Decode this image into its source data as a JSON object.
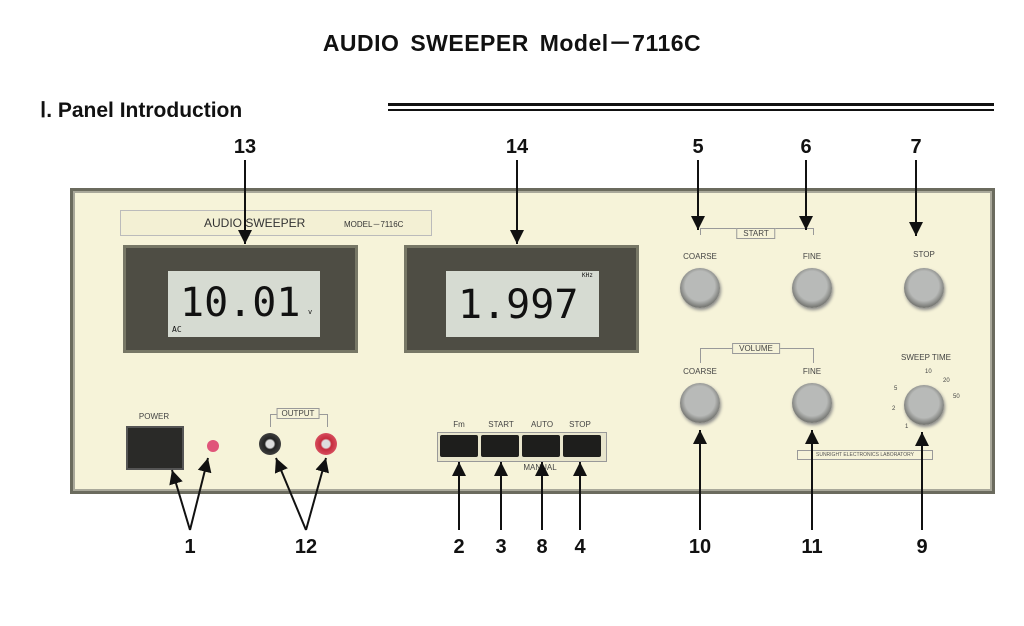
{
  "title": "AUDIO SWEEPER    Model－7116C",
  "section": "Ⅰ. Panel  Introduction",
  "callouts_top": [
    "13",
    "14",
    "5",
    "6",
    "7"
  ],
  "callouts_bottom": [
    "1",
    "12",
    "2",
    "3",
    "8",
    "4",
    "10",
    "11",
    "9"
  ],
  "panel": {
    "name": "AUDIO  SWEEPER",
    "model": "MODEL－7116C",
    "display_left": {
      "value": "10.01",
      "unit": "v",
      "mode": "AC"
    },
    "display_right": {
      "value": "1.997",
      "unit": "KHz"
    },
    "start_group": "START",
    "start_coarse": "COARSE",
    "start_fine": "FINE",
    "stop": "STOP",
    "volume_group": "VOLUME",
    "volume_coarse": "COARSE",
    "volume_fine": "FINE",
    "sweep_time": "SWEEP TIME",
    "sweep_ticks": [
      "1",
      "2",
      "5",
      "10",
      "20",
      "50"
    ],
    "power": "POWER",
    "output": "OUTPUT",
    "buttons": [
      "Fm",
      "START",
      "AUTO",
      "STOP"
    ],
    "manual": "MANUAL",
    "company": "SUNRIGHT ELECTRONICS LABORATORY"
  }
}
